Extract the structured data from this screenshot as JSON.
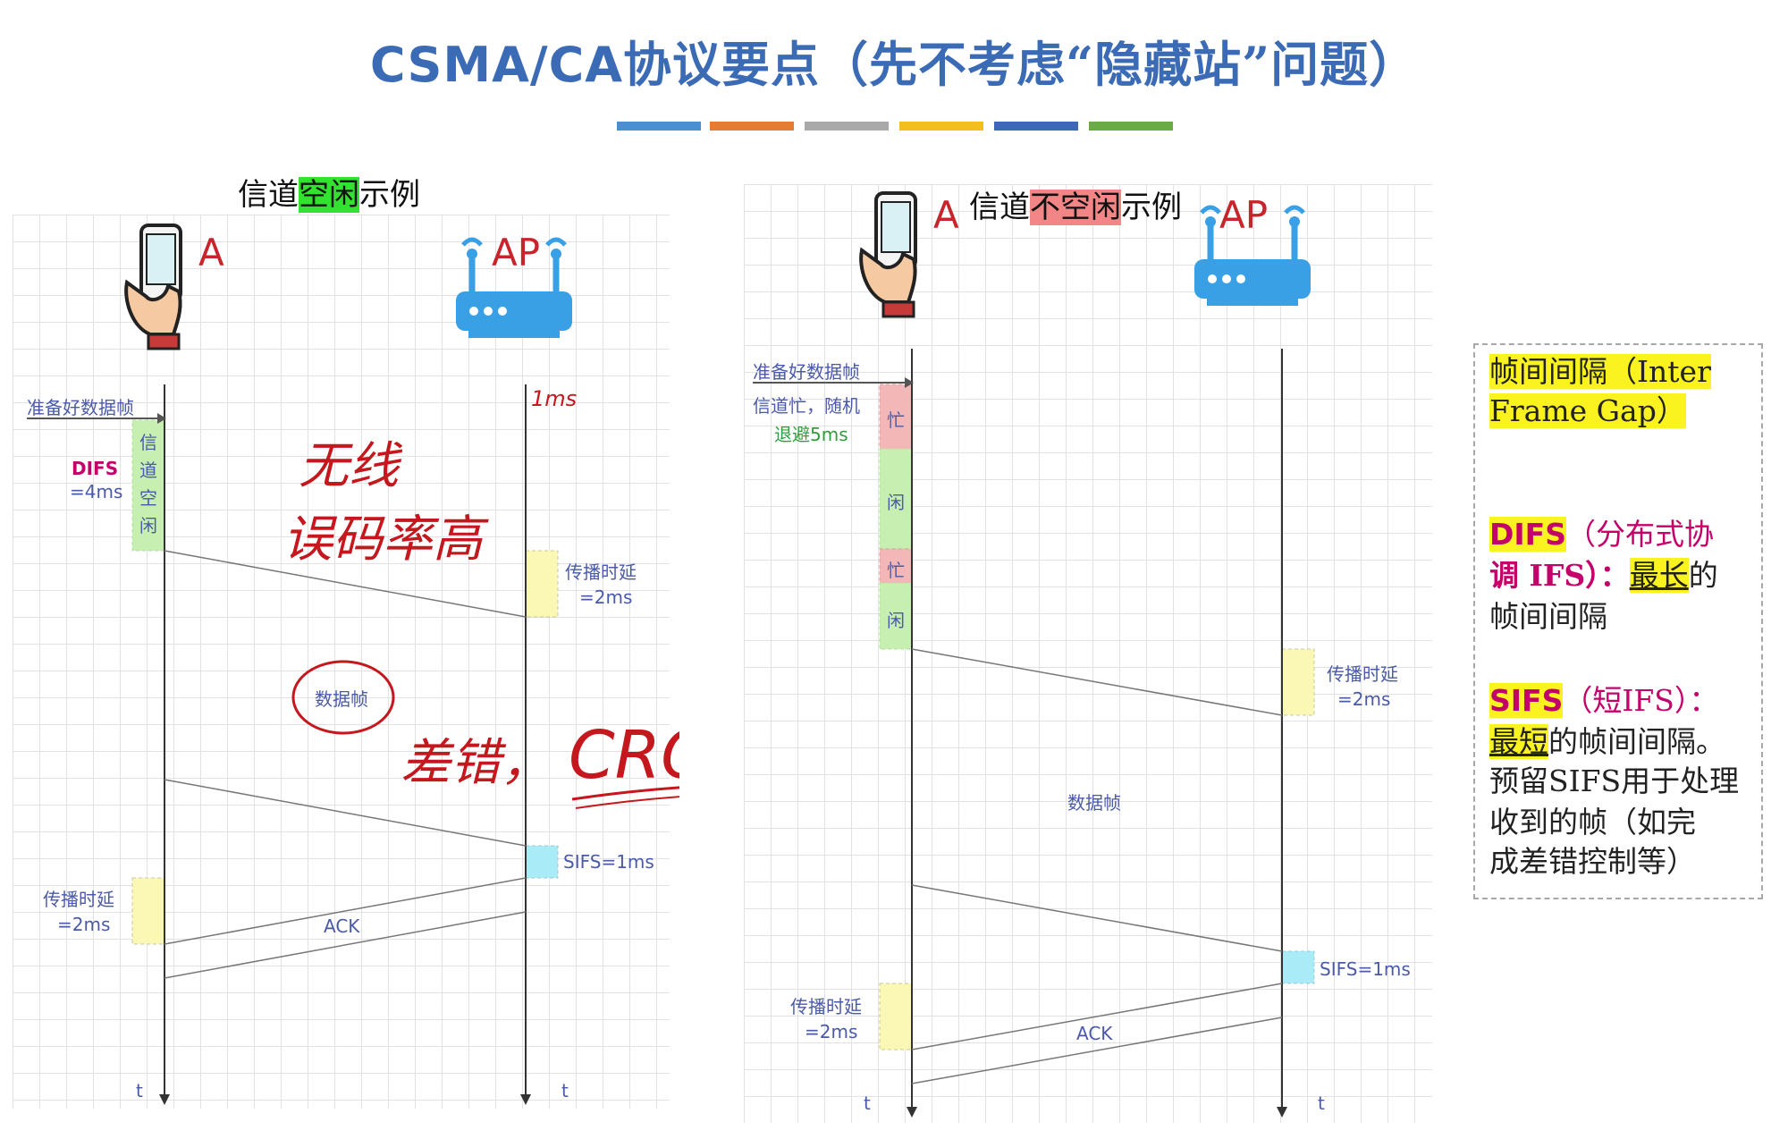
{
  "title": {
    "prefix": "CSMA/CA",
    "main": "协议要点（先不考虑“隐藏站”问题）"
  },
  "colors": {
    "bars": [
      "#4a8fd1",
      "#e47c32",
      "#a9a9a9",
      "#f2bf1e",
      "#3e67b9",
      "#6aab46"
    ],
    "idle": "#c6efb1",
    "busy": "#f3b7b7",
    "delay": "#fbf7b5",
    "sifs": "#a9ecf7",
    "accent": "#4a5aa8",
    "ink": "#c4181e"
  },
  "left": {
    "caption_pre": "信道",
    "caption_hl": "空闲",
    "caption_post": "示例",
    "node_a": "A",
    "node_ap": "AP",
    "ready": "准备好数据帧",
    "difs": "DIFS",
    "difs_val": "=4ms",
    "idle_vertical": "信道空闲",
    "prop1": "传播时延",
    "prop1_val": "=2ms",
    "data_frame": "数据帧",
    "sifs": "SIFS=1ms",
    "prop2": "传播时延",
    "prop2_val": "=2ms",
    "ack": "ACK",
    "t_a": "t",
    "t_ap": "t"
  },
  "handwriting": {
    "ms": "1ms",
    "line1": "无线",
    "line2": "误码率高",
    "line3": "差错，",
    "crc": "CRC"
  },
  "right": {
    "caption_pre": "信道",
    "caption_hl": "不空闲",
    "caption_post": "示例",
    "node_a": "A",
    "node_ap": "AP",
    "ready": "准备好数据帧",
    "busy_line1": "信道忙，随机",
    "busy_line2": "退避5ms",
    "busy": "忙",
    "idle": "闲",
    "prop1": "传播时延",
    "prop1_val": "=2ms",
    "data_frame": "数据帧",
    "sifs": "SIFS=1ms",
    "prop2": "传播时延",
    "prop2_val": "=2ms",
    "ack": "ACK",
    "t_a": "t",
    "t_ap": "t"
  },
  "note": {
    "ifs_title_1": "帧间间隔（Inter",
    "ifs_title_2": "Frame Gap）",
    "difs_key": "DIFS",
    "difs_desc_1": "（分布式协",
    "difs_desc_2a": "调 IFS）：",
    "difs_longest": "最长",
    "difs_desc_2c": "的",
    "difs_desc_3": "帧间间隔",
    "sifs_key": "SIFS",
    "sifs_desc_1": "（短IFS）：",
    "sifs_shortest": "最短",
    "sifs_desc_2": "的帧间间隔。",
    "sifs_desc_3": "预留SIFS用于处理",
    "sifs_desc_4": "收到的帧（如完",
    "sifs_desc_5": "成差错控制等）"
  }
}
